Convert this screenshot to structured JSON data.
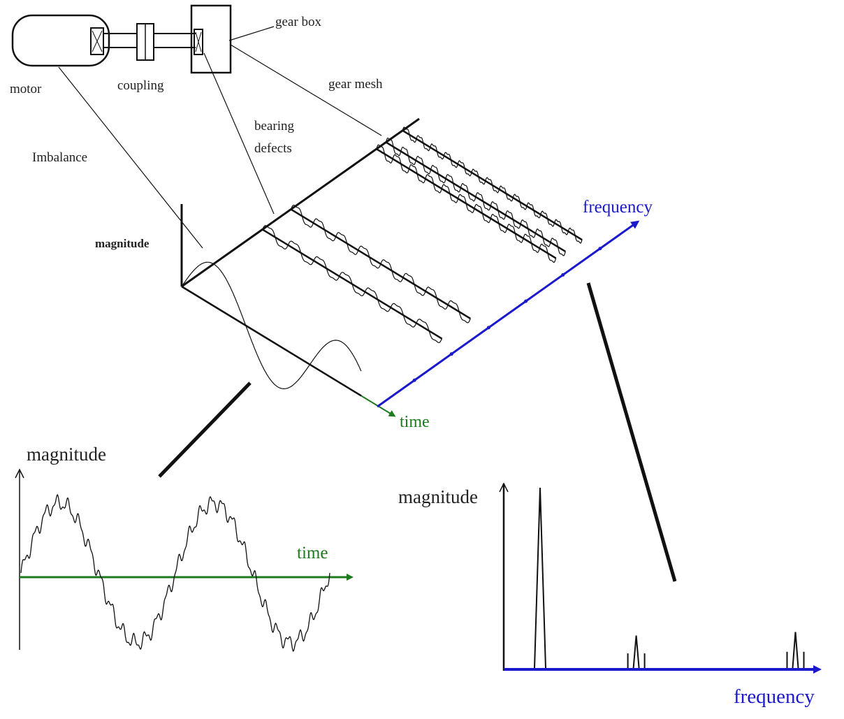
{
  "labels": {
    "motor": "motor",
    "coupling": "coupling",
    "gear_box": "gear box",
    "gear_mesh": "gear mesh",
    "bearing_line1": "bearing",
    "bearing_line2": "defects",
    "imbalance": "Imbalance",
    "magnitude_3d": "magnitude",
    "frequency_3d": "frequency",
    "time_3d": "time",
    "magnitude_time": "magnitude",
    "time_axis": "time",
    "magnitude_freq": "magnitude",
    "frequency_axis": "frequency"
  },
  "colors": {
    "ink": "#111111",
    "time_axis": "#1e7a1e",
    "frequency_axis": "#1a1acc"
  },
  "spectrum_peaks": [
    {
      "freq": 0.1,
      "magnitude": 1.0
    },
    {
      "freq": 0.42,
      "magnitude": 0.18
    },
    {
      "freq": 0.95,
      "magnitude": 0.2
    }
  ]
}
